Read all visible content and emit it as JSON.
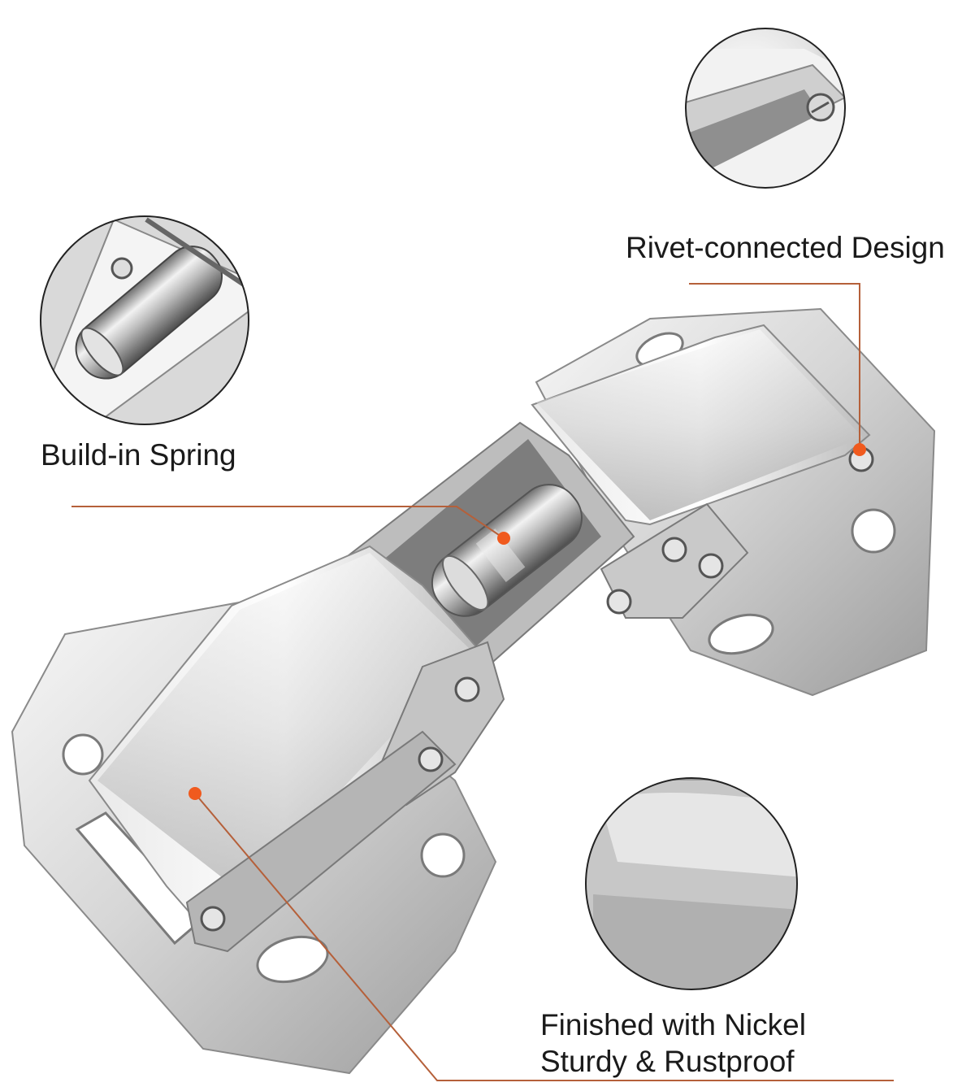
{
  "callouts": {
    "rivet": "Rivet-connected Design",
    "spring": "Build-in Spring",
    "nickel_line1": "Finished with Nickel",
    "nickel_line2": "Sturdy & Rustproof"
  },
  "colors": {
    "leader_line": "#b5603a",
    "dot": "#f05a1e",
    "metal_light": "#eeeeee",
    "metal_mid": "#c4c4c4",
    "metal_dark": "#8a8a8a",
    "background": "#ffffff"
  },
  "icons": {
    "rivet_detail": "rivet-closeup-icon",
    "spring_detail": "spring-closeup-icon",
    "finish_detail": "nickel-finish-closeup-icon"
  }
}
